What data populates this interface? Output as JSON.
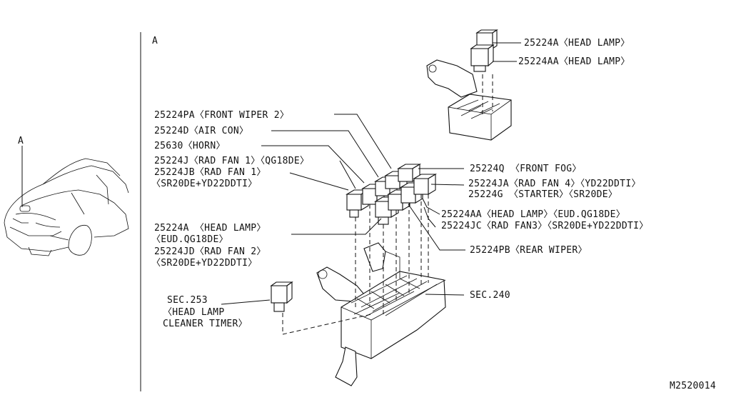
{
  "view_marker": "A",
  "car_marker": "A",
  "figure_code": "M2520014",
  "labels": {
    "head_lamp_a_top": "25224A〈HEAD LAMP〉",
    "head_lamp_aa_top": "25224AA〈HEAD LAMP〉",
    "front_wiper_2": "25224PA〈FRONT WIPER 2〉",
    "air_con": "25224D〈AIR CON〉",
    "horn": "25630〈HORN〉",
    "rad_fan_1_qg": "25224J〈RAD FAN 1〉〈QG18DE〉",
    "rad_fan_1_sr_line1": "25224JB〈RAD FAN 1〉",
    "rad_fan_1_sr_line2": "〈SR20DE+YD22DDTI〉",
    "front_fog": "25224Q 〈FRONT FOG〉",
    "rad_fan_4": "25224JA〈RAD FAN 4〉〈YD22DDTI〉",
    "starter": "25224G 〈STARTER〉〈SR20DE〉",
    "head_lamp_aa_eud": "25224AA〈HEAD LAMP〉〈EUD.QG18DE〉",
    "rad_fan_3": "25224JC〈RAD FAN3〉〈SR20DE+YD22DDTI〉",
    "head_lamp_a_line1": "25224A 〈HEAD LAMP〉",
    "head_lamp_a_line2": "〈EUD.QG18DE〉",
    "rad_fan_2_line1": "25224JD〈RAD FAN 2〉",
    "rad_fan_2_line2": "〈SR20DE+YD22DDTI〉",
    "rear_wiper": "25224PB〈REAR WIPER〉",
    "sec_253": "SEC.253",
    "cleaner_timer_line1": "〈HEAD LAMP",
    "cleaner_timer_line2": "CLEANER TIMER〉",
    "sec_240": "SEC.240"
  }
}
